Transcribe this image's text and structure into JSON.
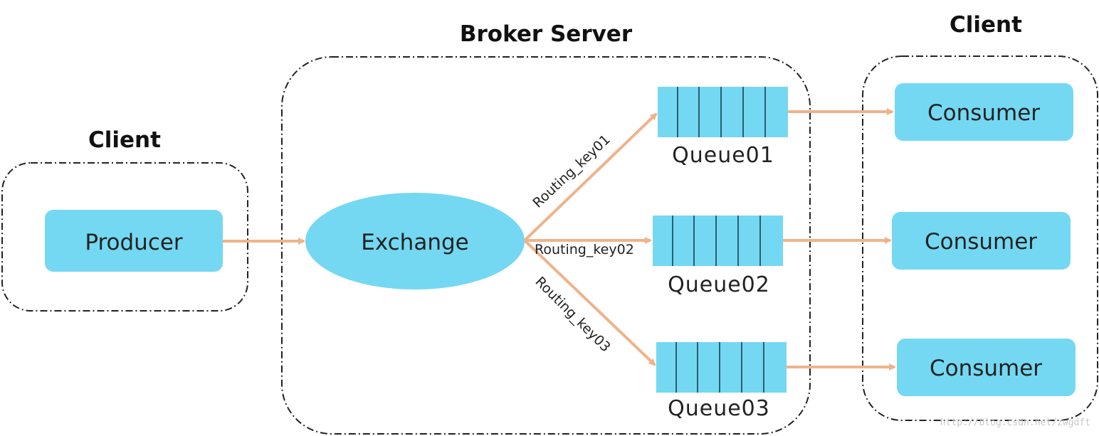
{
  "groups": {
    "producer_client": {
      "title": "Client"
    },
    "broker": {
      "title": "Broker Server"
    },
    "consumer_client": {
      "title": "Client"
    }
  },
  "nodes": {
    "producer": {
      "label": "Producer"
    },
    "exchange": {
      "label": "Exchange"
    },
    "queues": [
      {
        "label": "Queue01"
      },
      {
        "label": "Queue02"
      },
      {
        "label": "Queue03"
      }
    ],
    "consumers": [
      {
        "label": "Consumer"
      },
      {
        "label": "Consumer"
      },
      {
        "label": "Consumer"
      }
    ]
  },
  "edges": {
    "routing": [
      {
        "label": "Routing_key01"
      },
      {
        "label": "Routing_key02"
      },
      {
        "label": "Routing_key03"
      }
    ]
  },
  "watermark": "http://blog.csdn.net/zwgdft",
  "colors": {
    "node_fill": "#74d8f2",
    "queue_divider": "#2b5e72",
    "arrow": "#efb38a",
    "border": "#222222"
  }
}
